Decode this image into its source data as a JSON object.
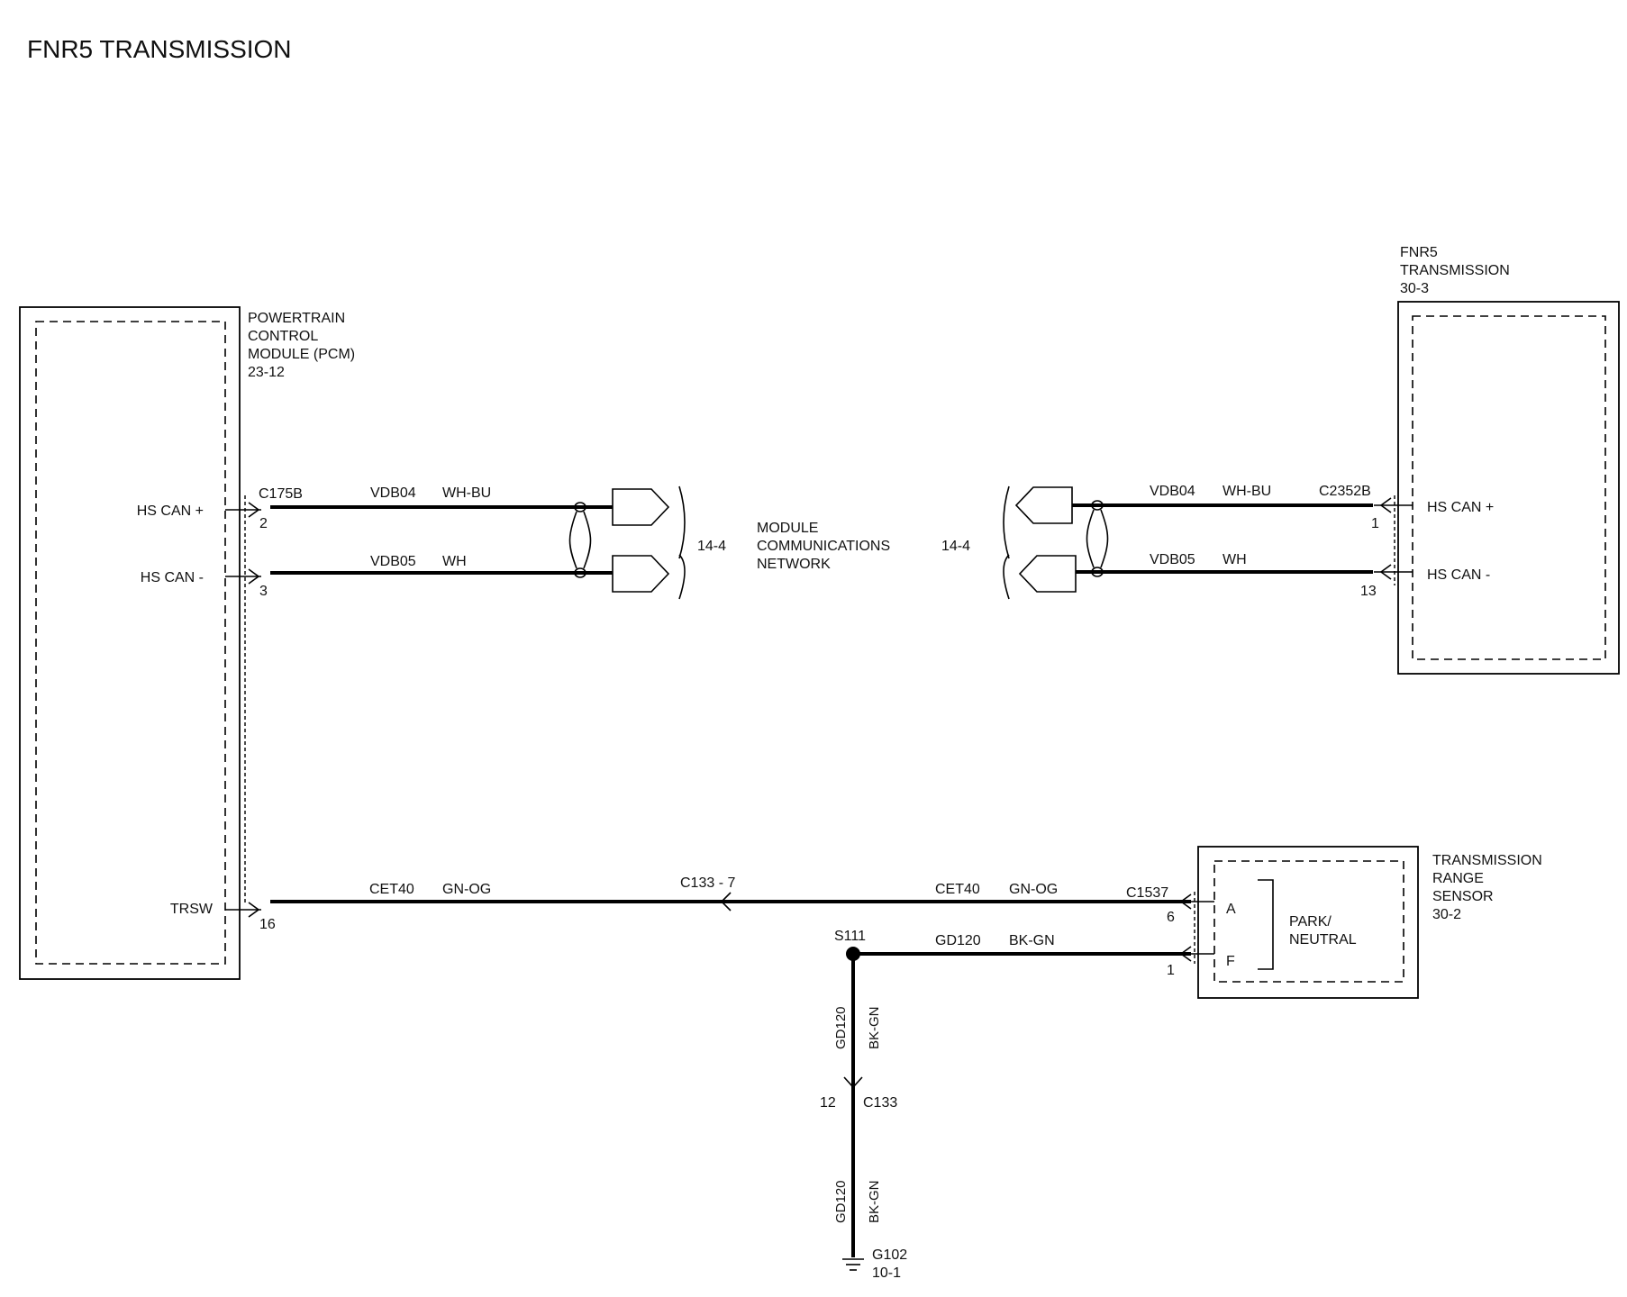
{
  "title": "FNR5 TRANSMISSION",
  "pcm": {
    "name_lines": [
      "POWERTRAIN",
      "CONTROL",
      "MODULE (PCM)"
    ],
    "ref": "23-12",
    "pins": [
      {
        "label": "HS CAN +",
        "connector": "C175B",
        "pin": "2"
      },
      {
        "label": "HS CAN -",
        "pin": "3"
      },
      {
        "label": "TRSW",
        "pin": "16"
      }
    ]
  },
  "fnr5": {
    "name_lines": [
      "FNR5",
      "TRANSMISSION"
    ],
    "ref": "30-3",
    "pins": [
      {
        "label": "HS CAN +",
        "connector": "C2352B",
        "pin": "1"
      },
      {
        "label": "HS CAN -",
        "pin": "13"
      }
    ]
  },
  "network": {
    "lines": [
      "MODULE",
      "COMMUNICATIONS",
      "NETWORK"
    ],
    "ref_left": "14-4",
    "ref_right": "14-4"
  },
  "wires": {
    "vdb04_left": {
      "circuit": "VDB04",
      "color": "WH-BU"
    },
    "vdb05_left": {
      "circuit": "VDB05",
      "color": "WH"
    },
    "vdb04_right": {
      "circuit": "VDB04",
      "color": "WH-BU"
    },
    "vdb05_right": {
      "circuit": "VDB05",
      "color": "WH"
    },
    "cet40_left": {
      "circuit": "CET40",
      "color": "GN-OG"
    },
    "cet40_right": {
      "circuit": "CET40",
      "color": "GN-OG"
    },
    "gd120_h": {
      "circuit": "GD120",
      "color": "BK-GN"
    },
    "gd120_v1": {
      "circuit": "GD120",
      "color": "BK-GN"
    },
    "gd120_v2": {
      "circuit": "GD120",
      "color": "BK-GN"
    }
  },
  "inline_connector_c133": {
    "label": "C133  -  7",
    "lower_connector": "C133",
    "lower_pin": "12"
  },
  "splice": {
    "label": "S111"
  },
  "ground": {
    "label": "G102",
    "ref": "10-1"
  },
  "trs": {
    "name_lines": [
      "TRANSMISSION",
      "RANGE",
      "SENSOR"
    ],
    "ref": "30-2",
    "connector": "C1537",
    "pins": [
      {
        "letter": "A",
        "pin": "6"
      },
      {
        "letter": "F",
        "pin": "1"
      }
    ],
    "switch_lines": [
      "PARK/",
      "NEUTRAL"
    ]
  }
}
